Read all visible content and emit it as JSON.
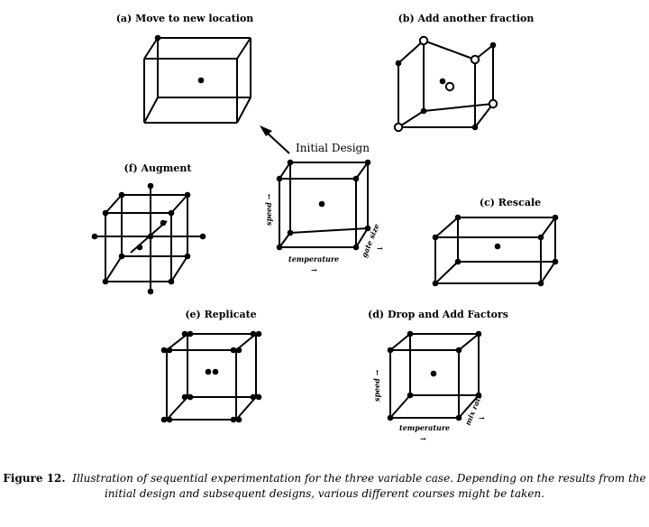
{
  "panels": {
    "a": {
      "label": "(a) Move to new location"
    },
    "b": {
      "label": "(b) Add another fraction"
    },
    "c": {
      "label": "(c) Rescale"
    },
    "d": {
      "label": "(d) Drop and Add Factors",
      "axis_y": "speed →",
      "axis_x": "temperature",
      "axis_x_arrow": "→",
      "axis_z": "mix rate",
      "axis_z_arrow": "→"
    },
    "e": {
      "label": "(e) Replicate"
    },
    "f": {
      "label": "(f) Augment"
    },
    "initial": {
      "label": "Initial Design",
      "axis_y": "speed →",
      "axis_x": "temperature",
      "axis_x_arrow": "→",
      "axis_z": "gate size",
      "axis_z_arrow": "→"
    }
  },
  "caption": {
    "figure_label": "Figure 12.",
    "line1": "Illustration of sequential experimentation for the three variable case.  Depending on the results from the",
    "line2": "initial design and subsequent designs, various different courses might be taken."
  }
}
